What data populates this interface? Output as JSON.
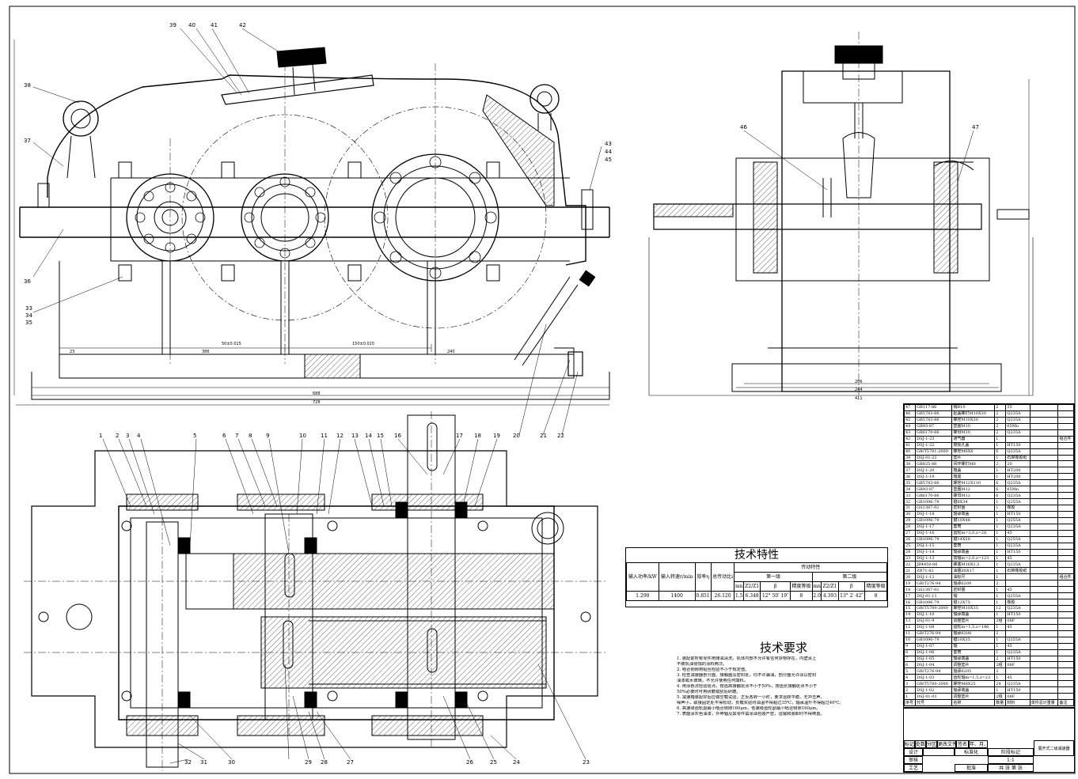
{
  "drawing_name": "展开式二级减速器",
  "tech_characteristics": {
    "title": "技术特性",
    "transmission_header": "传动特性",
    "col_input_power": "输入功率/kW",
    "col_input_speed": "输入转速r/min",
    "col_efficiency": "效率η",
    "col_total_ratio": "总传动比i",
    "stage1_label": "第一级",
    "stage2_label": "第二级",
    "col_mn": "mn",
    "col_z": "Z2/Z1",
    "col_beta": "β",
    "col_grade": "精度等级",
    "values": {
      "input_power": "1.290",
      "input_speed": "1400",
      "efficiency": "0.851",
      "total_ratio": "26.120",
      "s1_mn": "1.5",
      "s1_z": "6.348",
      "s1_beta": "12° 50′ 19″",
      "s1_grade": "8",
      "s2_mn": "2.0",
      "s2_z": "4.393",
      "s2_beta": "13° 2′ 42″",
      "s2_grade": "8"
    }
  },
  "tech_requirements": {
    "title": "技术要求",
    "lines": [
      "1. 装配前所有零件用煤油清洗，机体内部不允许有任何杂物存在，内壁涂上",
      "不被机油侵蚀的涂料两次。",
      "2. 啮合侧隙用铅丝检验不小于规定值。",
      "3. 检查减速器剖分面、接触面及密封处，均不许漏油，剖分面允许涂以密封",
      "油漆或水玻璃，不允许使用任何填料。",
      "4. 用涂色法检验斑点，按齿高接触斑点不小于50%，按齿长接触斑点不小于",
      "50%必要时可用研磨或刮后研磨。",
      "5. 减速箱装配好后应做空载试验，正反各转一小时，要求运转平稳，无冲击声，",
      "噪声小，联接固定处不得松动，负载实验时油温不得超过35℃，轴承温升不得超过40℃。",
      "6. 高速级齿轮副最小啮合侧隙160μm，低速级齿轮副最小啮合侧隙160μm。",
      "7. 表面涂灰色油漆，外伸轴及其零件需涂油包装严密，运输和装卸时不得倒置。"
    ]
  },
  "bom": {
    "col_seq": "序号",
    "col_code": "代号",
    "col_name": "名称",
    "col_qty": "数量",
    "col_material": "材料",
    "col_weight": "单件总计重量",
    "col_note": "备注",
    "rows": [
      [
        "47",
        "GB117-86",
        "销B10",
        "2",
        "35",
        ""
      ],
      [
        "46",
        "GB5783-86",
        "起盖螺钉M10X30",
        "2",
        "Q235A",
        ""
      ],
      [
        "45",
        "GB5783-86",
        "螺栓M10X30",
        "2",
        "Q235A",
        ""
      ],
      [
        "44",
        "GB93-87",
        "垫圈M10",
        "2",
        "65Mn",
        ""
      ],
      [
        "43",
        "GB6170-86",
        "螺母M10",
        "2",
        "Q235A",
        ""
      ],
      [
        "42",
        "DSJ-1-23",
        "通气器",
        "1",
        "",
        "组合件"
      ],
      [
        "41",
        "DSJ-1-22",
        "窥视孔盖",
        "1",
        "HT150",
        ""
      ],
      [
        "40",
        "GB/T5781-2000",
        "螺栓M6X6",
        "6",
        "Q235A",
        ""
      ],
      [
        "39",
        "DSJ-01-21",
        "垫片",
        "1",
        "石棉橡胶纸",
        ""
      ],
      [
        "38",
        "GB825-88",
        "吊环螺钉M8",
        "2",
        "20",
        ""
      ],
      [
        "37",
        "DSJ-1-20",
        "箱盖",
        "1",
        "HT200",
        ""
      ],
      [
        "36",
        "DSJ-1-19",
        "箱座",
        "1",
        "HT200",
        ""
      ],
      [
        "35",
        "GB5783-86",
        "螺栓M12X110",
        "6",
        "Q235A",
        ""
      ],
      [
        "34",
        "GB93-87",
        "垫圈M12",
        "6",
        "65Mn",
        ""
      ],
      [
        "33",
        "GB6170-86",
        "螺母M12",
        "6",
        "Q235A",
        ""
      ],
      [
        "32",
        "GB1096-79",
        "键8X34",
        "1",
        "Q255A",
        ""
      ],
      [
        "31",
        "GS1387-92",
        "密封圈",
        "1",
        "橡胶",
        ""
      ],
      [
        "30",
        "DSJ-1-18",
        "轴承端盖",
        "1",
        "HT150",
        ""
      ],
      [
        "29",
        "GB1096-79",
        "键10X48",
        "1",
        "Q255A",
        ""
      ],
      [
        "28",
        "DSJ-1-17",
        "套筒",
        "1",
        "Q235A",
        ""
      ],
      [
        "27",
        "DSJ-1-16",
        "齿轮m=2,0,z=28",
        "1",
        "45",
        ""
      ],
      [
        "26",
        "GB1096-79",
        "键14X50",
        "1",
        "Q255A",
        ""
      ],
      [
        "25",
        "DSJ-1-15",
        "套筒",
        "1",
        "Q235A",
        ""
      ],
      [
        "24",
        "DSJ-1-14",
        "轴承端盖",
        "1",
        "HT150",
        ""
      ],
      [
        "23",
        "DSJ-1-13",
        "高轴m=2,0,z=123",
        "1",
        "45",
        ""
      ],
      [
        "22",
        "JB4450-86",
        "螺塞M16X1,5",
        "1",
        "Q235A",
        ""
      ],
      [
        "21",
        "ZB71-82",
        "油圈Z6X17",
        "1",
        "石棉橡胶纸",
        ""
      ],
      [
        "20",
        "DSJ-1-12",
        "油标尺",
        "1",
        "",
        "组合件"
      ],
      [
        "19",
        "GB/T276-94",
        "轴承6209",
        "2",
        "",
        ""
      ],
      [
        "18",
        "GS1387-92",
        "密封圈",
        "1",
        "45",
        ""
      ],
      [
        "17",
        "DSJ-01-11",
        "轴",
        "1",
        "Q255A",
        ""
      ],
      [
        "16",
        "GB1096-79",
        "键12X75",
        "1",
        "橡胶",
        ""
      ],
      [
        "15",
        "GB/T5780-2000",
        "螺栓M10X35",
        "12",
        "Q235A",
        ""
      ],
      [
        "14",
        "DSJ-1-10",
        "轴承端盖",
        "1",
        "HT150",
        ""
      ],
      [
        "13",
        "DSJ-01-9",
        "调整垫片",
        "2组",
        "08F",
        ""
      ],
      [
        "12",
        "DSJ-1-08",
        "齿轮m=1,5,z=146",
        "1",
        "45",
        ""
      ],
      [
        "11",
        "GB/T276-94",
        "轴承6208",
        "2",
        "",
        ""
      ],
      [
        "10",
        "GB1096-79",
        "键10X35",
        "1",
        "Q255A",
        ""
      ],
      [
        "9",
        "DSJ-1-07",
        "轴",
        "1",
        "45",
        ""
      ],
      [
        "8",
        "DSJ-1-06",
        "套筒",
        "1",
        "Q235A",
        ""
      ],
      [
        "7",
        "DSJ-1-05",
        "轴承端盖",
        "2",
        "HT150",
        ""
      ],
      [
        "6",
        "DSJ-1-04",
        "调整垫片",
        "2组",
        "08F",
        ""
      ],
      [
        "5",
        "GB/T276-94",
        "轴承6205",
        "2",
        "",
        ""
      ],
      [
        "4",
        "DSJ-1-03",
        "齿轮轴m=1,5,z=23",
        "1",
        "45",
        ""
      ],
      [
        "3",
        "GB/T5780-2000",
        "螺栓M8X25",
        "24",
        "Q235A",
        ""
      ],
      [
        "2",
        "DSJ-1-02",
        "轴承端盖",
        "1",
        "HT150",
        ""
      ],
      [
        "1",
        "DSJ-01-01",
        "调整垫片",
        "2组",
        "08F",
        ""
      ]
    ]
  },
  "title_block": {
    "mark": "标记",
    "count": "处数",
    "zone": "分区",
    "change_doc": "更改文件号",
    "signature": "签名",
    "date": "年、月、日",
    "design": "设计",
    "standardize": "标准化",
    "stage_mark": "阶段标记",
    "weight": "重量",
    "scale": "比例",
    "scale_value": "1:1",
    "review": "审核",
    "process": "工艺",
    "approve": "批准",
    "sheet_info": "共 张 第 张"
  },
  "part_labels": {
    "front": [
      "39",
      "40",
      "41",
      "42",
      "38",
      "37",
      "36",
      "33",
      "34",
      "35",
      "43",
      "44",
      "45",
      "20",
      "21",
      "22"
    ],
    "side": [
      "46",
      "47"
    ],
    "top": [
      "1",
      "2",
      "3",
      "4",
      "5",
      "6",
      "7",
      "8",
      "9",
      "10",
      "11",
      "12",
      "13",
      "14",
      "15",
      "16",
      "17",
      "18",
      "19",
      "23",
      "24",
      "25",
      "26",
      "27",
      "28",
      "29",
      "30",
      "31",
      "32"
    ]
  },
  "dims": {
    "d1": "50±0.015",
    "d2": "150±0.015",
    "d3": "386",
    "d4": "688",
    "d5": "728",
    "d6": "240",
    "d7": "23",
    "d8": "206",
    "d9": "244",
    "d10": "411"
  }
}
